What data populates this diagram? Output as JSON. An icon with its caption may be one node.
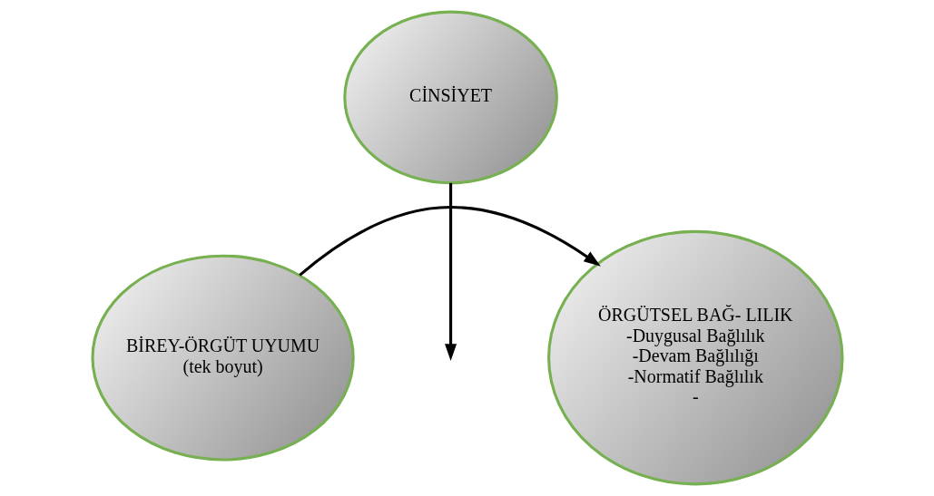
{
  "diagram": {
    "nodes": [
      {
        "text": [
          "CİNSİYET"
        ]
      },
      {
        "text": [
          "BİREY-ÖRGÜT UYUMU",
          "(tek boyut)"
        ]
      },
      {
        "text": [
          "ÖRGÜTSEL BAĞ- LILIK",
          "-Duygusal Bağlılık",
          "-Devam Bağlılığı",
          "-Normatif Bağlılık",
          "-"
        ]
      }
    ],
    "edges": [
      {
        "from": 1,
        "to": 2,
        "arrow": "to"
      },
      {
        "from": 0,
        "to": null,
        "arrow": "to"
      }
    ]
  }
}
